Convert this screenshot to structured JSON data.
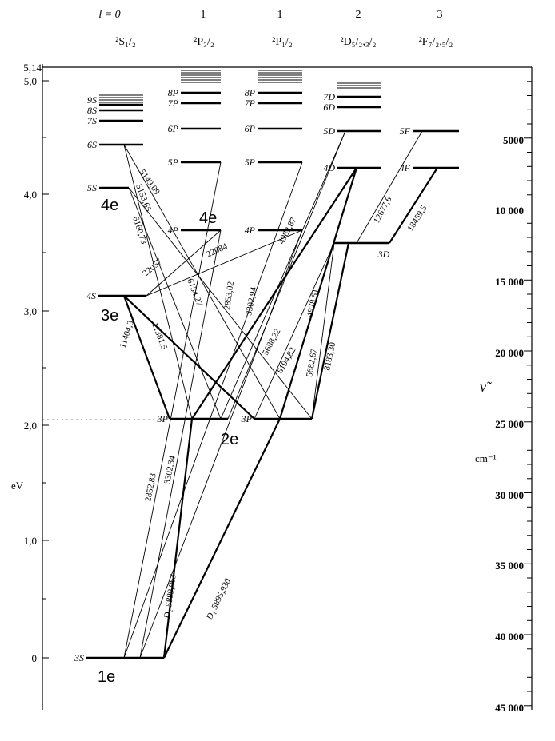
{
  "columns": [
    {
      "l": "l = 0",
      "term": "²S₁/₂"
    },
    {
      "l": "1",
      "term": "²P₃/₂"
    },
    {
      "l": "1",
      "term": "²P₁/₂"
    },
    {
      "l": "2",
      "term": "²D₅/₂,₃/₂"
    },
    {
      "l": "3",
      "term": "²F₇/₂,₅/₂"
    }
  ],
  "ev_axis": {
    "unit": "eV",
    "ionization_label": "5,14",
    "ticks": [
      "0",
      "1,0",
      "2,0",
      "3,0",
      "4,0",
      "5,0"
    ]
  },
  "wn_axis": {
    "symbol": "ν̃",
    "unit": "cm⁻¹",
    "ticks": [
      "5000",
      "10 000",
      "15 000",
      "20 000",
      "25 000",
      "30 000",
      "35 000",
      "40 000",
      "45 000"
    ]
  },
  "levels": {
    "s": [
      "3S",
      "4S",
      "5S",
      "6S",
      "7S",
      "8S",
      "9S"
    ],
    "p32": [
      "3P",
      "4P",
      "5P",
      "6P",
      "7P",
      "8P"
    ],
    "p12": [
      "3P",
      "4P",
      "5P",
      "6P",
      "7P",
      "8P"
    ],
    "d": [
      "3D",
      "4D",
      "5D",
      "6D",
      "7D"
    ],
    "f": [
      "4F",
      "5F"
    ]
  },
  "electron_labels": [
    "1e",
    "2e",
    "3e",
    "4e",
    "4e"
  ],
  "transitions": [
    "2852,83",
    "3302,34",
    "D₂ 5889,963",
    "D₁ 5895,930",
    "11404,3",
    "11381,5",
    "22057",
    "22084",
    "6160,73",
    "5153,65",
    "5149,09",
    "6154,27",
    "2853,02",
    "3302,94",
    "4982,87",
    "5688,22",
    "6194,82",
    "4978,61",
    "5682,67",
    "8183,30",
    "12677,6",
    "18459,5"
  ]
}
